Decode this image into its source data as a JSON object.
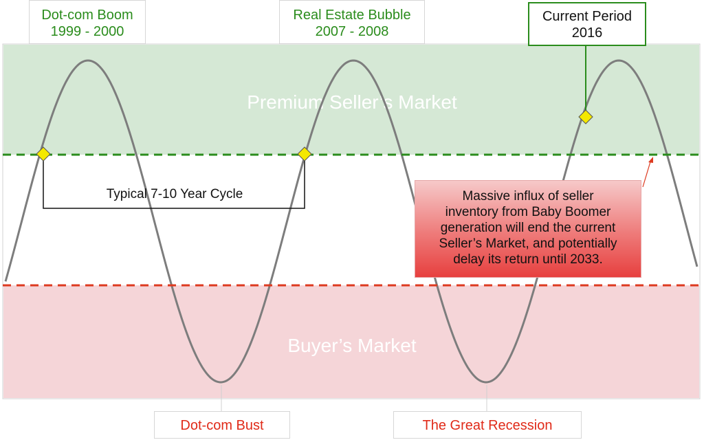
{
  "zones": {
    "seller_label": "Premium Seller’s Market",
    "buyer_label": "Buyer’s Market"
  },
  "peaks": [
    {
      "title": "Dot-com Boom",
      "years": "1999 - 2000"
    },
    {
      "title": "Real Estate Bubble",
      "years": "2007 - 2008"
    }
  ],
  "troughs": [
    {
      "title": "Dot-com Bust"
    },
    {
      "title": "The Great Recession"
    }
  ],
  "current": {
    "title": "Current Period",
    "year": "2016"
  },
  "cycle_label": "Typical 7-10 Year Cycle",
  "note": {
    "lines": [
      "Massive influx of seller",
      "inventory from Baby Boomer",
      "generation will end the current",
      "Seller’s Market, and potentially",
      "delay its return until 2033."
    ]
  },
  "colors": {
    "seller_zone": "#d5e8d5",
    "buyer_zone": "#f5d5d8",
    "seller_threshold_line": "#2a8c1c",
    "buyer_threshold_line": "#dd3a1f",
    "cycle_curve": "#7d7d7d",
    "marker_fill": "#f4e800",
    "label_green": "#2a8c1c",
    "label_red": "#e02a18"
  }
}
